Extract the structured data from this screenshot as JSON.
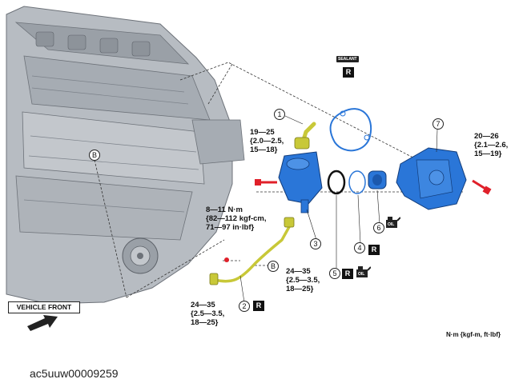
{
  "callouts": {
    "c1": "1",
    "c2": "2",
    "c3": "3",
    "c4": "4",
    "c5": "5",
    "c6": "6",
    "c7": "7",
    "b": "B"
  },
  "torques": {
    "bolt_left": "19—25\n{2.0—2.5,\n15—18}",
    "bolt_right": "20—26\n{2.1—2.6,\n15—19}",
    "small_bolt": "8—11 N·m\n{82—112 kgf-cm,\n71—97 in·lbf}",
    "pipe_right": "24—35\n{2.5—3.5,\n18—25}",
    "pipe_left": "24—35\n{2.5—3.5,\n18—25}"
  },
  "markers": {
    "replace": "R",
    "sealant": "SEALANT",
    "oil": "OIL"
  },
  "vehicle_front": "VEHICLE FRONT",
  "unit_note": "N·m {kgf-m, ft·lbf}",
  "doc_id": "ac5uuw00009259",
  "colors": {
    "part_blue": "#2a76d8",
    "pipe_yellow": "#c8c838",
    "bolt_red": "#e0202a",
    "engine_gray": "#b7bcc2"
  }
}
